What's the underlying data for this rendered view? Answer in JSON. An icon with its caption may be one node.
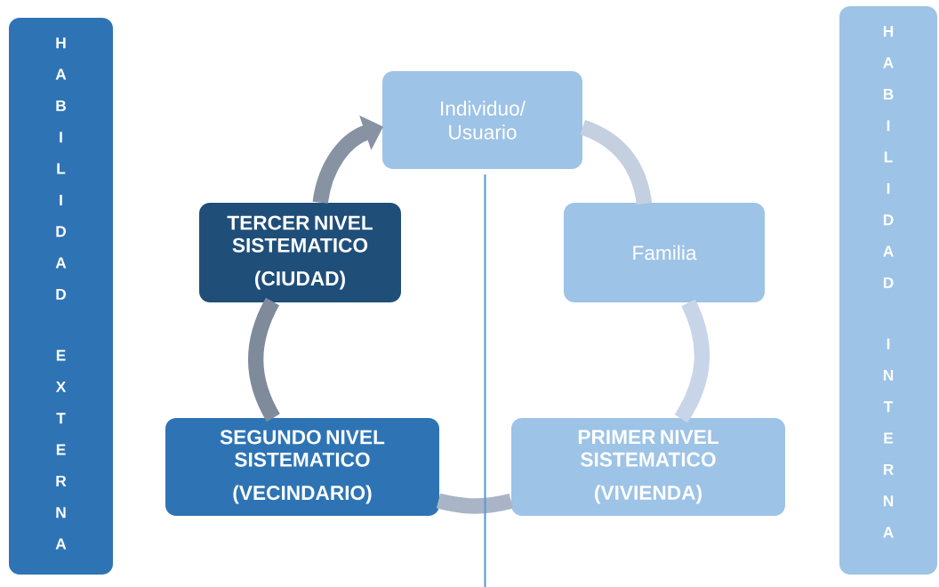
{
  "diagram": {
    "nodes": [
      {
        "text": [
          "H A B I L I D A D",
          "E X T E R N A"
        ]
      },
      {
        "text": [
          "H A B I L I D A D",
          "I N T E R N A"
        ]
      },
      {
        "text": [
          "Individuo/ Usuario"
        ]
      },
      {
        "text": [
          "Familia"
        ]
      },
      {
        "text": [
          "PRIMER NIVEL SISTEMATICO",
          "(VIVIENDA)"
        ]
      },
      {
        "text": [
          "SEGUNDO NIVEL SISTEMATICO",
          "(VECINDARIO)"
        ]
      },
      {
        "text": [
          "TERCER NIVEL SISTEMATICO",
          "(CIUDAD)"
        ]
      }
    ],
    "edges": [
      {
        "from": 2,
        "to": 3,
        "arrow": "none",
        "color": "#c4cfe0"
      },
      {
        "from": 3,
        "to": 4,
        "arrow": "none",
        "color": "#c8d4e8"
      },
      {
        "from": 4,
        "to": 5,
        "arrow": "none",
        "color": "#a9b4c6"
      },
      {
        "from": 5,
        "to": 6,
        "arrow": "none",
        "color": "#7f8a9b"
      },
      {
        "from": 6,
        "to": 2,
        "arrow": "to",
        "color": "#8792a2"
      },
      {
        "from": 2,
        "to": null,
        "arrow": "none",
        "color": "#5b9bd5"
      }
    ]
  }
}
